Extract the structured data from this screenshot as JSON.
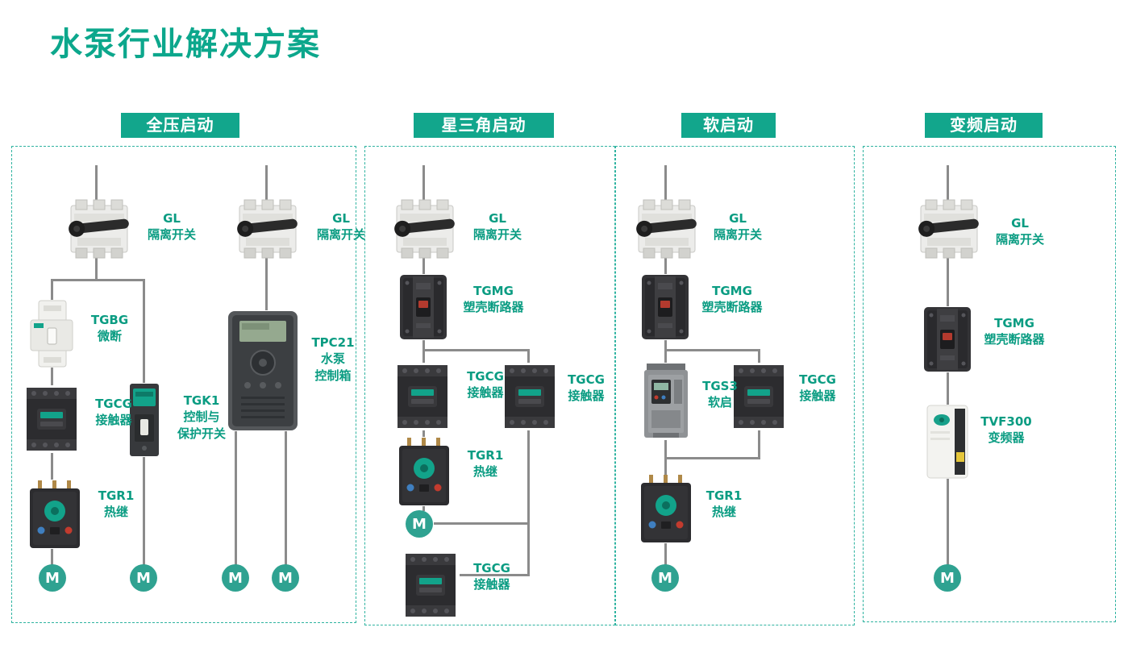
{
  "title": "水泵行业解决方案",
  "colors": {
    "accent": "#12a68c",
    "label": "#0a9c82",
    "wire": "#8b8b8b",
    "motor": "#2fa291"
  },
  "sections": [
    {
      "header": "全压启动",
      "labels": {
        "gl_left": "GL\n隔离开关",
        "gl_right": "GL\n隔离开关",
        "tgbg": "TGBG\n微断",
        "tgcg": "TGCG\n接触器",
        "tgr1": "TGR1\n热继",
        "tgk1": "TGK1\n控制与\n保护开关",
        "tpc21": "TPC21\n水泵\n控制箱"
      },
      "motors": [
        "M",
        "M",
        "M",
        "M"
      ]
    },
    {
      "header": "星三角启动",
      "labels": {
        "gl": "GL\n隔离开关",
        "tgmg": "TGMG\n塑壳断路器",
        "tgcg_main": "TGCG\n接触器",
        "tgcg_delta": "TGCG\n接触器",
        "tgr1": "TGR1\n热继",
        "tgcg_star": "TGCG\n接触器"
      },
      "motors": [
        "M"
      ]
    },
    {
      "header": "软启动",
      "labels": {
        "gl": "GL\n隔离开关",
        "tgmg": "TGMG\n塑壳断路器",
        "tgs3": "TGS3\n软启",
        "tgcg": "TGCG\n接触器",
        "tgr1": "TGR1\n热继"
      },
      "motors": [
        "M"
      ]
    },
    {
      "header": "变频启动",
      "labels": {
        "gl": "GL\n隔离开关",
        "tgmg": "TGMG\n塑壳断路器",
        "tvf300": "TVF300\n变频器"
      },
      "motors": [
        "M"
      ]
    }
  ]
}
